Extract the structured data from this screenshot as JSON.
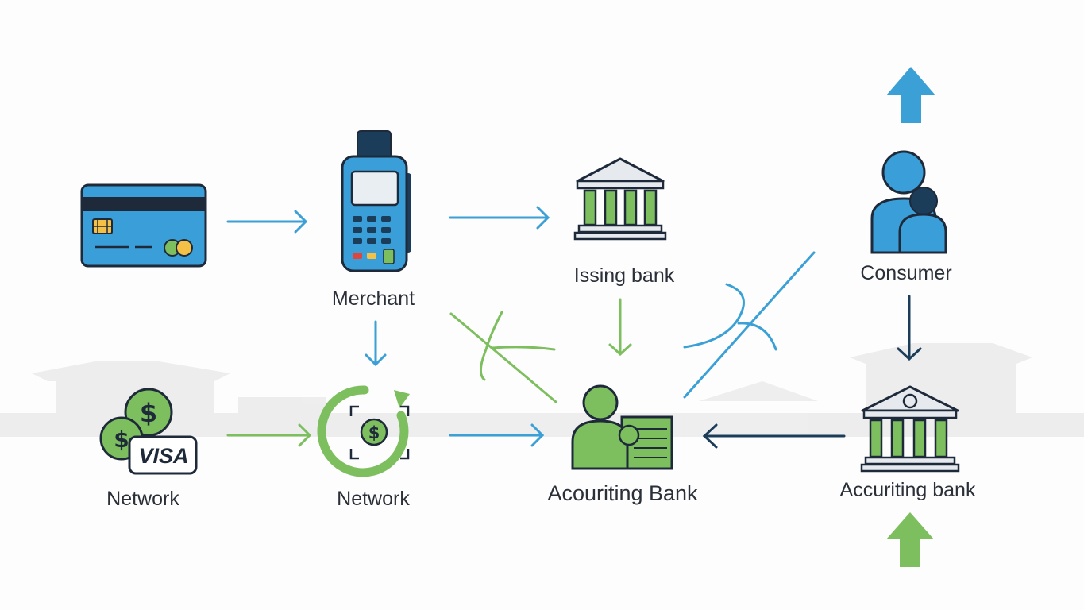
{
  "nodes": {
    "merchant": {
      "label": "Merchant"
    },
    "issuing_bank": {
      "label": "Issing bank"
    },
    "consumer": {
      "label": "Consumer"
    },
    "network_left": {
      "label": "Network"
    },
    "network_center": {
      "label": "Network"
    },
    "acquiring_bank_center": {
      "label": "Acouriting Bank"
    },
    "acquiring_bank_right": {
      "label": "Accuriting bank"
    }
  },
  "visa_logo": {
    "text": "VISA"
  },
  "colors": {
    "blue": "#3aa0d6",
    "card_blue": "#3a9fd8",
    "navy": "#1c3d5a",
    "green": "#7dbf5e",
    "outline": "#1e2a3a",
    "text": "#2a2f38"
  }
}
